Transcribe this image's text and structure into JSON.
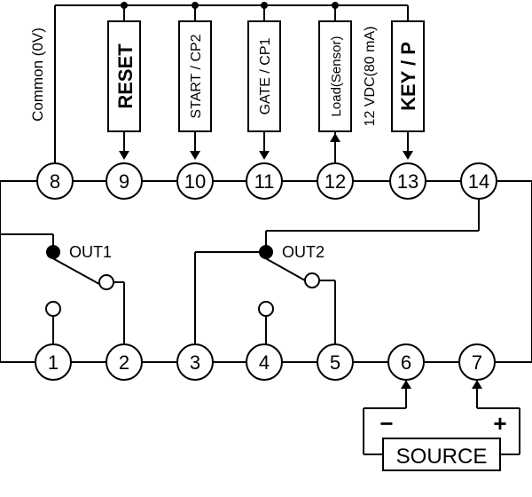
{
  "terminals": [
    "1",
    "2",
    "3",
    "4",
    "5",
    "6",
    "7",
    "8",
    "9",
    "10",
    "11",
    "12",
    "13",
    "14"
  ],
  "labels": {
    "common": "Common (0V)",
    "reset": "RESET",
    "start": "START / CP2",
    "gate": "GATE / CP1",
    "load": "Load(Sensor)",
    "supply": "12 VDC(80 mA)",
    "key": "KEY / P",
    "out1": "OUT1",
    "out2": "OUT2",
    "source": "SOURCE",
    "minus": "−",
    "plus": "+"
  }
}
